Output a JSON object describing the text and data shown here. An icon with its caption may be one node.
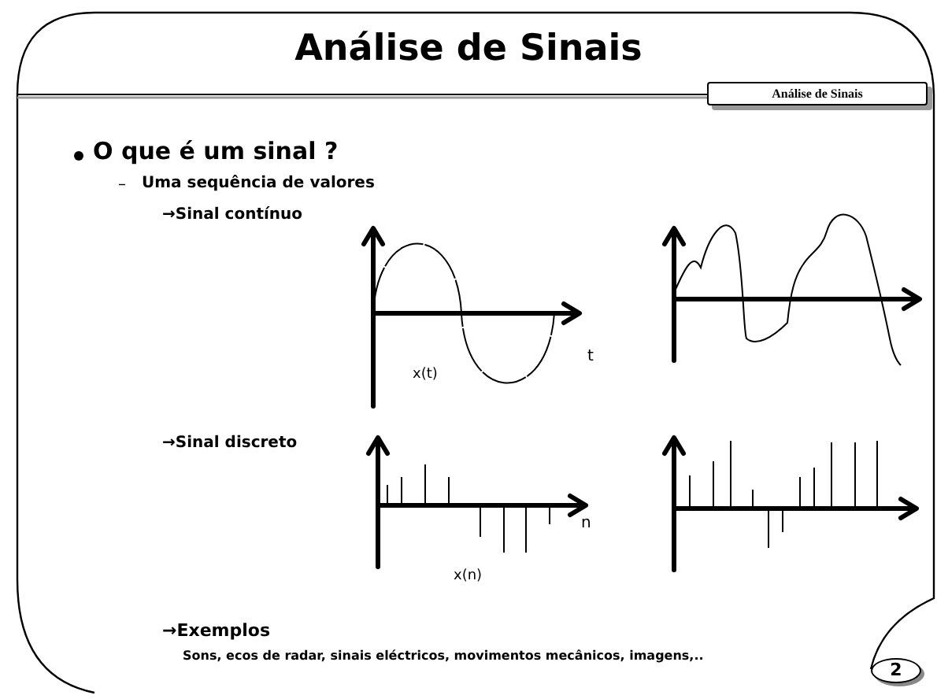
{
  "diagram": {
    "title": "Análise de Sinais",
    "labels": [
      "Análise de Sinais",
      "O que é um sinal ?",
      "–",
      "Uma sequência de valores",
      "→Sinal contínuo",
      "t",
      "x(t)",
      "→Sinal discreto",
      "n",
      "x(n)",
      "→Exemplos",
      "Sons, ecos de radar, sinais eléctricos, movimentos mecânicos, imagens,..",
      "2"
    ]
  }
}
